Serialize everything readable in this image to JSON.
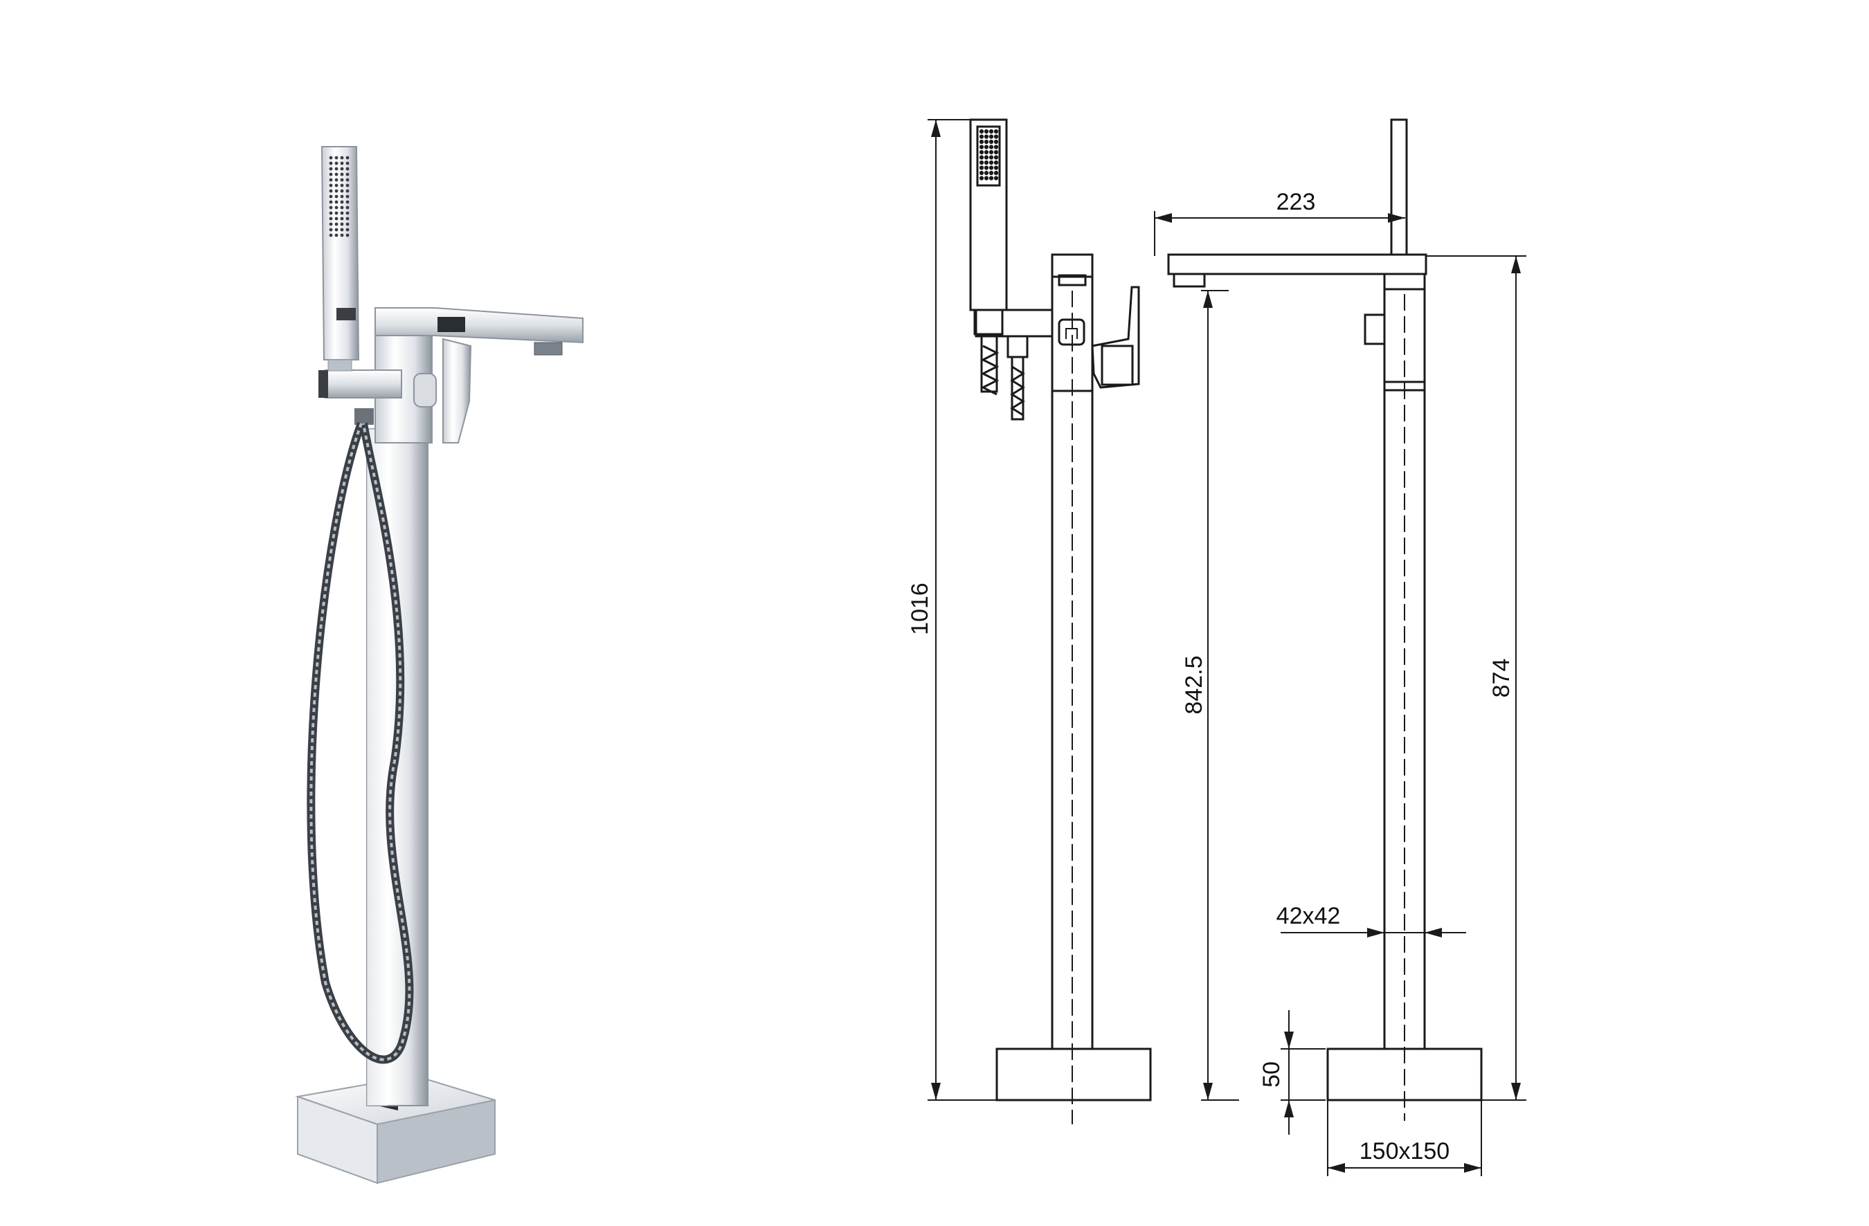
{
  "dimensions": {
    "total_height": "1016",
    "spout_reach": "223",
    "spout_height": "842.5",
    "body_height": "874",
    "pipe_section": "42x42",
    "base_thickness": "50",
    "base_size": "150x150"
  },
  "colors": {
    "line": "#1a1a1a",
    "chrome_light": "#f4f6f8",
    "chrome_mid": "#c9cfd6",
    "chrome_dark": "#6e7680",
    "hose": "#555a60"
  }
}
